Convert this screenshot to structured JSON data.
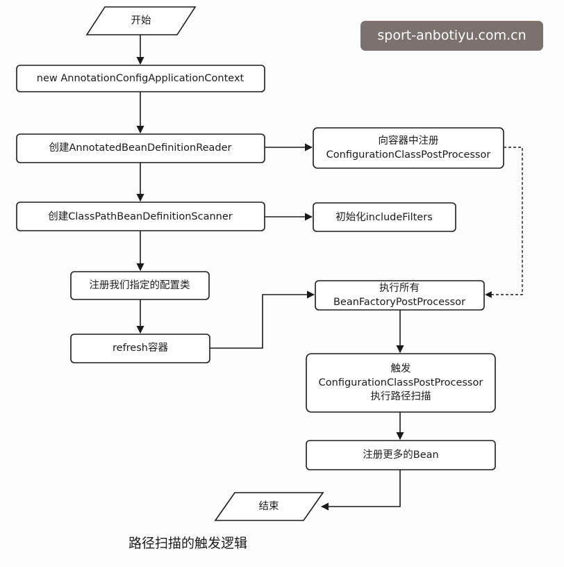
{
  "watermark": "sport-anbotiyu.com.cn",
  "caption": "路径扫描的触发逻辑",
  "nodes": {
    "start": {
      "lines": [
        "开始"
      ]
    },
    "new_context": {
      "lines": [
        "new AnnotationConfigApplicationContext"
      ]
    },
    "create_reader": {
      "lines": [
        "创建AnnotatedBeanDefinitionReader"
      ]
    },
    "register_ccpp": {
      "lines": [
        "向容器中注册",
        "ConfigurationClassPostProcessor"
      ]
    },
    "create_scanner": {
      "lines": [
        "创建ClassPathBeanDefinitionScanner"
      ]
    },
    "init_filters": {
      "lines": [
        "初始化includeFilters"
      ]
    },
    "register_config": {
      "lines": [
        "注册我们指定的配置类"
      ]
    },
    "exec_bfpp": {
      "lines": [
        "执行所有",
        "BeanFactoryPostProcessor"
      ]
    },
    "refresh": {
      "lines": [
        "refresh容器"
      ]
    },
    "trigger_ccpp": {
      "lines": [
        "触发",
        "ConfigurationClassPostProcessor",
        "执行路径扫描"
      ]
    },
    "register_beans": {
      "lines": [
        "注册更多的Bean"
      ]
    },
    "end": {
      "lines": [
        "结束"
      ]
    }
  }
}
